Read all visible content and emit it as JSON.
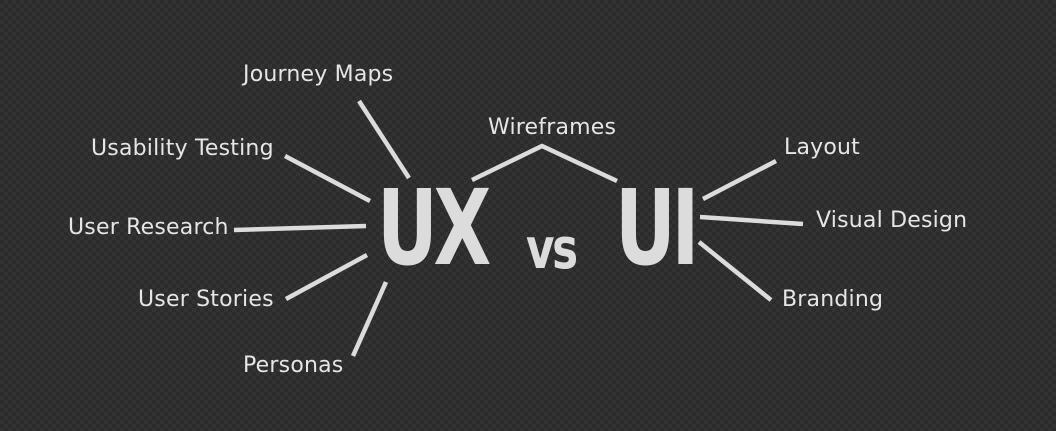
{
  "diagram": {
    "left_term": "UX",
    "separator": "vs",
    "right_term": "UI",
    "shared_label": "Wireframes",
    "ux_labels": [
      "Journey Maps",
      "Usability Testing",
      "User Research",
      "User Stories",
      "Personas"
    ],
    "ui_labels": [
      "Layout",
      "Visual Design",
      "Branding"
    ]
  },
  "colors": {
    "background": "#2b2b2b",
    "text": "#e6e6e6",
    "line": "#dcdcdc"
  }
}
